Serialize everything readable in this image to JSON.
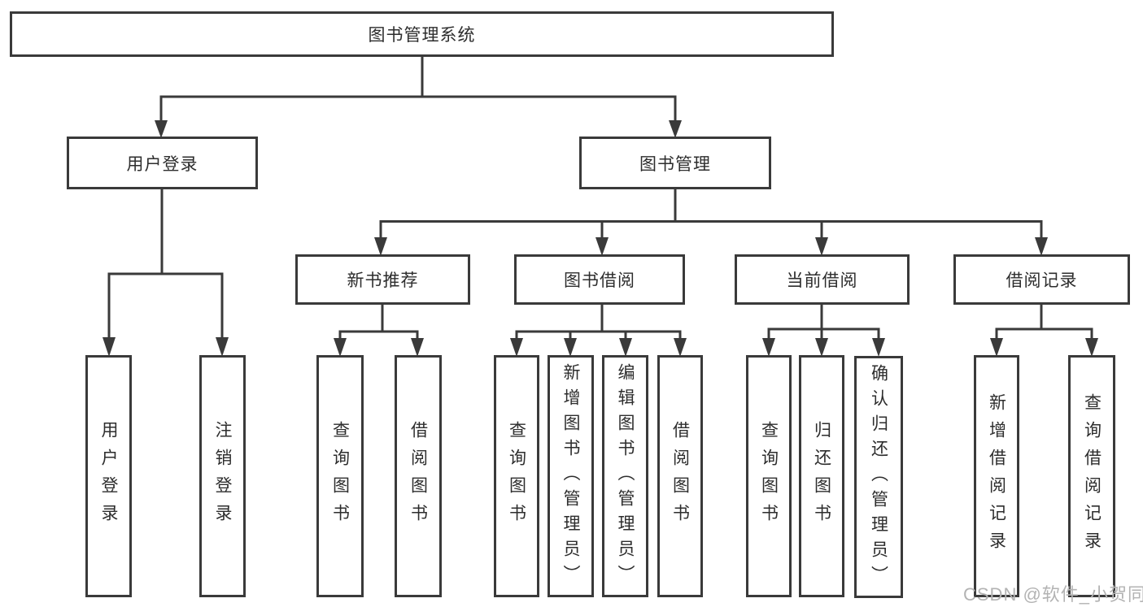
{
  "nodes": {
    "root": "图书管理系统",
    "branches": [
      {
        "label": "用户登录",
        "children": [
          "用户登录",
          "注销登录"
        ]
      },
      {
        "label": "图书管理",
        "sub": [
          {
            "label": "新书推荐",
            "children": [
              "查询图书",
              "借阅图书"
            ]
          },
          {
            "label": "图书借阅",
            "children": [
              "查询图书",
              "新增图书（管理员）",
              "编辑图书（管理员）",
              "借阅图书"
            ]
          },
          {
            "label": "当前借阅",
            "children": [
              "查询图书",
              "归还图书",
              "确认归还（管理员）"
            ]
          },
          {
            "label": "借阅记录",
            "children": [
              "新增借阅记录",
              "查询借阅记录"
            ]
          }
        ]
      }
    ]
  },
  "watermark": "CSDN @软件_小贺同学",
  "colors": {
    "line": "#3a3a3a",
    "text": "#2d2d2d",
    "background": "#ffffff",
    "watermark": "#b3b3b3"
  }
}
